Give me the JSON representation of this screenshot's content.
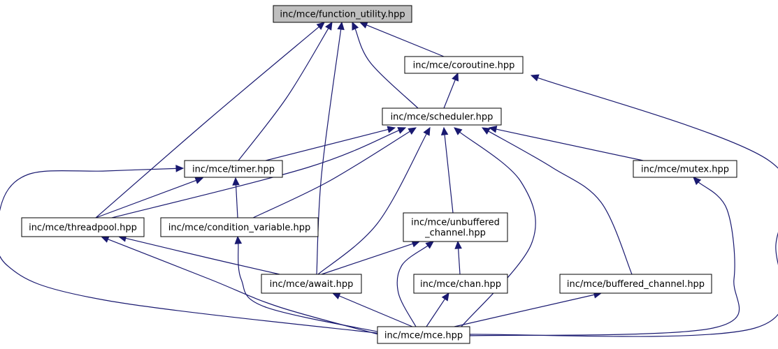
{
  "graph": {
    "title": "",
    "edge_color": "#191970",
    "focus_fill": "#bfbfbf",
    "nodes": [
      {
        "id": "function_utility",
        "lines": [
          "inc/mce/function_utility.hpp"
        ],
        "focus": true
      },
      {
        "id": "coroutine",
        "lines": [
          "inc/mce/coroutine.hpp"
        ]
      },
      {
        "id": "scheduler",
        "lines": [
          "inc/mce/scheduler.hpp"
        ]
      },
      {
        "id": "timer",
        "lines": [
          "inc/mce/timer.hpp"
        ]
      },
      {
        "id": "mutex",
        "lines": [
          "inc/mce/mutex.hpp"
        ]
      },
      {
        "id": "threadpool",
        "lines": [
          "inc/mce/threadpool.hpp"
        ]
      },
      {
        "id": "condition_variable",
        "lines": [
          "inc/mce/condition_variable.hpp"
        ]
      },
      {
        "id": "unbuffered_channel",
        "lines": [
          "inc/mce/unbuffered",
          "_channel.hpp"
        ]
      },
      {
        "id": "await",
        "lines": [
          "inc/mce/await.hpp"
        ]
      },
      {
        "id": "chan",
        "lines": [
          "inc/mce/chan.hpp"
        ]
      },
      {
        "id": "buffered_channel",
        "lines": [
          "inc/mce/buffered_channel.hpp"
        ]
      },
      {
        "id": "mce",
        "lines": [
          "inc/mce/mce.hpp"
        ]
      }
    ],
    "edges": [
      {
        "from": "coroutine",
        "to": "function_utility"
      },
      {
        "from": "scheduler",
        "to": "function_utility"
      },
      {
        "from": "timer",
        "to": "function_utility"
      },
      {
        "from": "threadpool",
        "to": "function_utility"
      },
      {
        "from": "await",
        "to": "function_utility"
      },
      {
        "from": "scheduler",
        "to": "coroutine"
      },
      {
        "from": "mce",
        "to": "coroutine"
      },
      {
        "from": "timer",
        "to": "scheduler"
      },
      {
        "from": "threadpool",
        "to": "scheduler"
      },
      {
        "from": "condition_variable",
        "to": "scheduler"
      },
      {
        "from": "await",
        "to": "scheduler"
      },
      {
        "from": "unbuffered_channel",
        "to": "scheduler"
      },
      {
        "from": "mce",
        "to": "scheduler"
      },
      {
        "from": "buffered_channel",
        "to": "scheduler"
      },
      {
        "from": "mutex",
        "to": "scheduler"
      },
      {
        "from": "threadpool",
        "to": "timer"
      },
      {
        "from": "condition_variable",
        "to": "timer"
      },
      {
        "from": "mce",
        "to": "timer"
      },
      {
        "from": "await",
        "to": "threadpool"
      },
      {
        "from": "mce",
        "to": "threadpool"
      },
      {
        "from": "mce",
        "to": "condition_variable"
      },
      {
        "from": "await",
        "to": "unbuffered_channel"
      },
      {
        "from": "chan",
        "to": "unbuffered_channel"
      },
      {
        "from": "mce",
        "to": "unbuffered_channel"
      },
      {
        "from": "mce",
        "to": "await"
      },
      {
        "from": "mce",
        "to": "chan"
      },
      {
        "from": "mce",
        "to": "buffered_channel"
      },
      {
        "from": "mce",
        "to": "mutex"
      }
    ]
  }
}
